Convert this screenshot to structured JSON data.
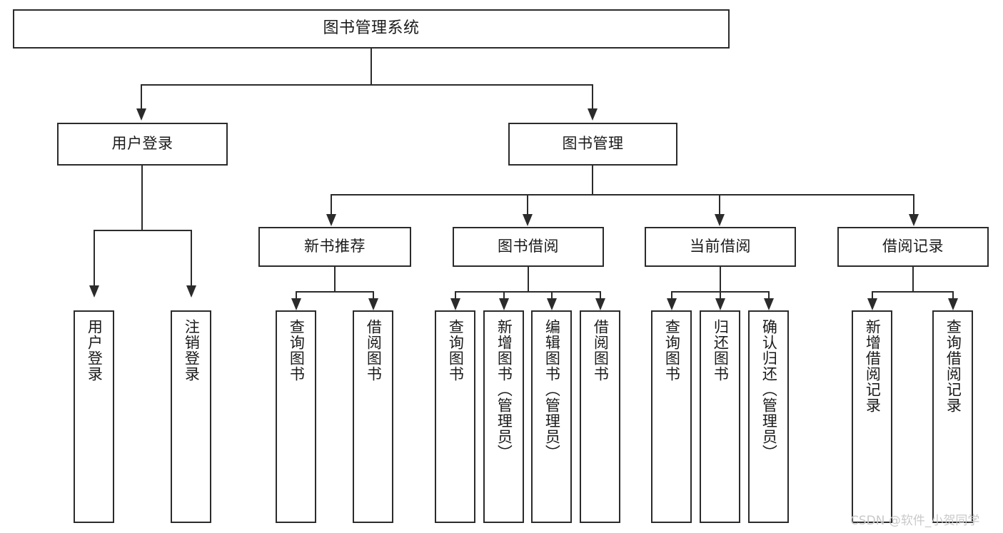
{
  "diagram": {
    "title": "图书管理系统",
    "type": "功能结构图",
    "tiers": {
      "root": {
        "label": "图书管理系统"
      },
      "level2": [
        {
          "label": "用户登录"
        },
        {
          "label": "图书管理"
        }
      ],
      "level3": [
        {
          "label": "新书推荐"
        },
        {
          "label": "图书借阅"
        },
        {
          "label": "当前借阅"
        },
        {
          "label": "借阅记录"
        }
      ],
      "leaves": {
        "user_login": [
          {
            "label": "用户登录"
          },
          {
            "label": "注销登录"
          }
        ],
        "new_book_recommend": [
          {
            "label": "查询图书"
          },
          {
            "label": "借阅图书"
          }
        ],
        "book_borrow": [
          {
            "label": "查询图书"
          },
          {
            "label": "新增图书（管理员）"
          },
          {
            "label": "编辑图书（管理员）"
          },
          {
            "label": "借阅图书"
          }
        ],
        "current_borrow": [
          {
            "label": "查询图书"
          },
          {
            "label": "归还图书"
          },
          {
            "label": "确认归还（管理员）"
          }
        ],
        "borrow_record": [
          {
            "label": "新增借阅记录"
          },
          {
            "label": "查询借阅记录"
          }
        ]
      }
    }
  },
  "watermark": {
    "text": "CSDN @软件_小贺同学"
  },
  "colors": {
    "background": "#ffffff",
    "box_border": "#2b2b2b",
    "box_fill": "#ffffff",
    "text": "#1a1a1a",
    "connector": "#2b2b2b",
    "watermark": "#c9c9c9"
  }
}
